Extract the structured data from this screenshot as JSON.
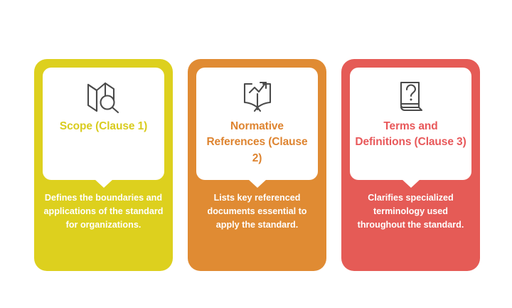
{
  "background_color": "#ffffff",
  "cards": [
    {
      "id": "scope",
      "title": "Scope (Clause 1)",
      "description": "Defines the boundaries and applications of the standard for organizations.",
      "color": "#DDD01E",
      "title_color": "#D9CC1F",
      "icon": "map-search-icon"
    },
    {
      "id": "normative-references",
      "title": "Normative References (Clause 2)",
      "description": "Lists key referenced documents essential to apply the standard.",
      "color": "#E08B33",
      "title_color": "#DE8430",
      "icon": "open-book-growth-arrow-icon"
    },
    {
      "id": "terms-and-definitions",
      "title": "Terms and Definitions (Clause 3)",
      "description": "Clarifies specialized terminology used throughout the standard.",
      "color": "#E55B56",
      "title_color": "#E8585A",
      "icon": "book-question-mark-icon"
    }
  ]
}
